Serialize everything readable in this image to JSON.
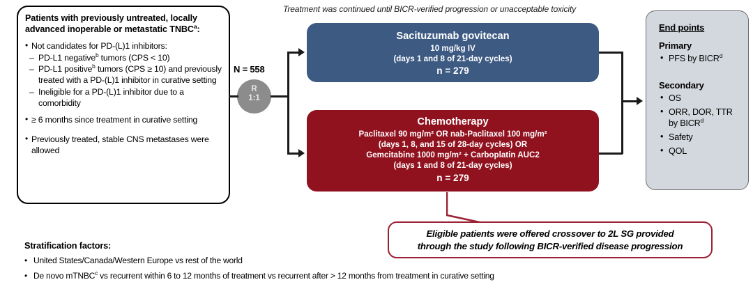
{
  "eligibility": {
    "title": "Patients with previously untreated, locally advanced inoperable or metastatic TNBC",
    "title_sup": "a",
    "title_tail": ":",
    "items": [
      {
        "level": 1,
        "text": "Not candidates for PD-(L)1 inhibitors:"
      },
      {
        "level": 2,
        "text_pre": "PD-L1 negative",
        "sup": "b",
        "text_post": " tumors (CPS < 10)"
      },
      {
        "level": 2,
        "text_pre": "PD-L1 positive",
        "sup": "b",
        "text_post": " tumors (CPS ≥ 10) and previously treated with a PD-(L)1 inhibitor in curative setting"
      },
      {
        "level": 2,
        "text_pre": "Ineligible for a PD-(L)1 inhibitor due to a comorbidity",
        "sup": "",
        "text_post": ""
      },
      {
        "level": 1,
        "text": "≥ 6 months since treatment in curative setting"
      },
      {
        "level": 1,
        "text": "Previously treated, stable CNS metastases were allowed"
      }
    ]
  },
  "randomization": {
    "n_label": "N = 558",
    "letter": "R",
    "ratio": "1:1"
  },
  "banner": "Treatment was continued until BICR-verified progression or unacceptable toxicity",
  "arms": [
    {
      "id": "sacituzumab-govitecan",
      "title": "Sacituzumab govitecan",
      "color": "#3d5a83",
      "lines": [
        "10 mg/kg IV",
        "(days 1 and 8 of 21-day cycles)"
      ],
      "n": "n = 279"
    },
    {
      "id": "chemotherapy",
      "title": "Chemotherapy",
      "color": "#91121f",
      "lines": [
        "Paclitaxel 90 mg/m² OR nab-Paclitaxel 100 mg/m²",
        "(days 1, 8, and 15 of 28-day cycles) OR",
        "Gemcitabine 1000 mg/m² + Carboplatin AUC2",
        "(days 1 and 8 of 21-day cycles)"
      ],
      "n": "n = 279"
    }
  ],
  "endpoints": {
    "heading": "End points",
    "primary_heading": "Primary",
    "primary": [
      {
        "text": "PFS by BICR",
        "sup": "d"
      }
    ],
    "secondary_heading": "Secondary",
    "secondary": [
      {
        "text": "OS",
        "sup": ""
      },
      {
        "text": "ORR, DOR, TTR by BICR",
        "sup": "d"
      },
      {
        "text": "Safety",
        "sup": ""
      },
      {
        "text": "QOL",
        "sup": ""
      }
    ]
  },
  "callout": {
    "line1": "Eligible patients were offered crossover to 2L SG provided",
    "line2": "through the study following BICR-verified disease progression",
    "border_color": "#9a2134"
  },
  "stratification": {
    "heading": "Stratification factors:",
    "item1": "United States/Canada/Western Europe vs rest of the world",
    "item2_pre": "De novo mTNBC",
    "item2_sup": "c",
    "item2_post": " vs recurrent within 6 to 12 months of treatment vs recurrent after > 12 months from treatment in curative setting"
  }
}
